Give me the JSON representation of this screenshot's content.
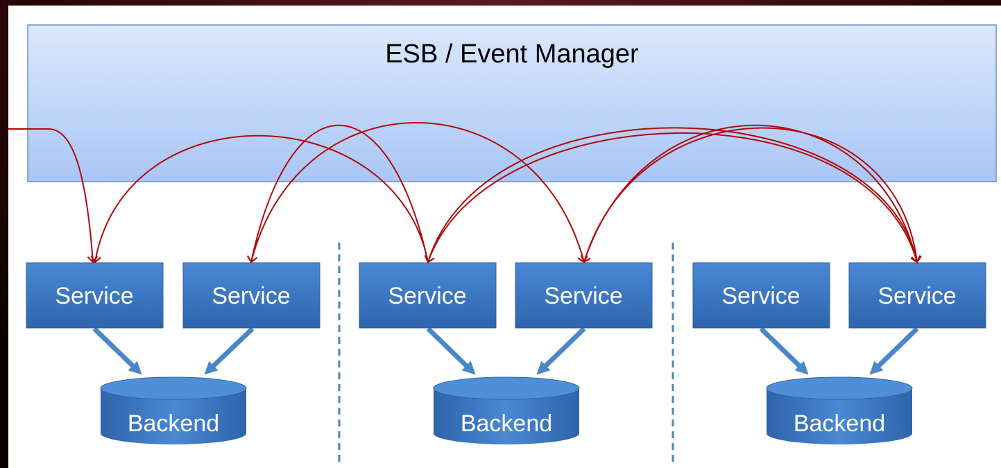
{
  "diagram": {
    "esb": {
      "label": "ESB / Event Manager"
    },
    "groups": [
      {
        "services": [
          "Service",
          "Service"
        ],
        "backend": "Backend"
      },
      {
        "services": [
          "Service",
          "Service"
        ],
        "backend": "Backend"
      },
      {
        "services": [
          "Service",
          "Service"
        ],
        "backend": "Backend"
      }
    ],
    "colors": {
      "esb_fill_top": "#dbe8fd",
      "esb_fill_bottom": "#a9c6f5",
      "esb_border": "#6f93c6",
      "service_fill": "#3b78c3",
      "service_border": "#2f5f9a",
      "backend_fill": "#3b78c3",
      "connector_arrow": "#4a86c8",
      "event_arrow": "#b00a0a",
      "divider": "#4f81bd"
    }
  }
}
